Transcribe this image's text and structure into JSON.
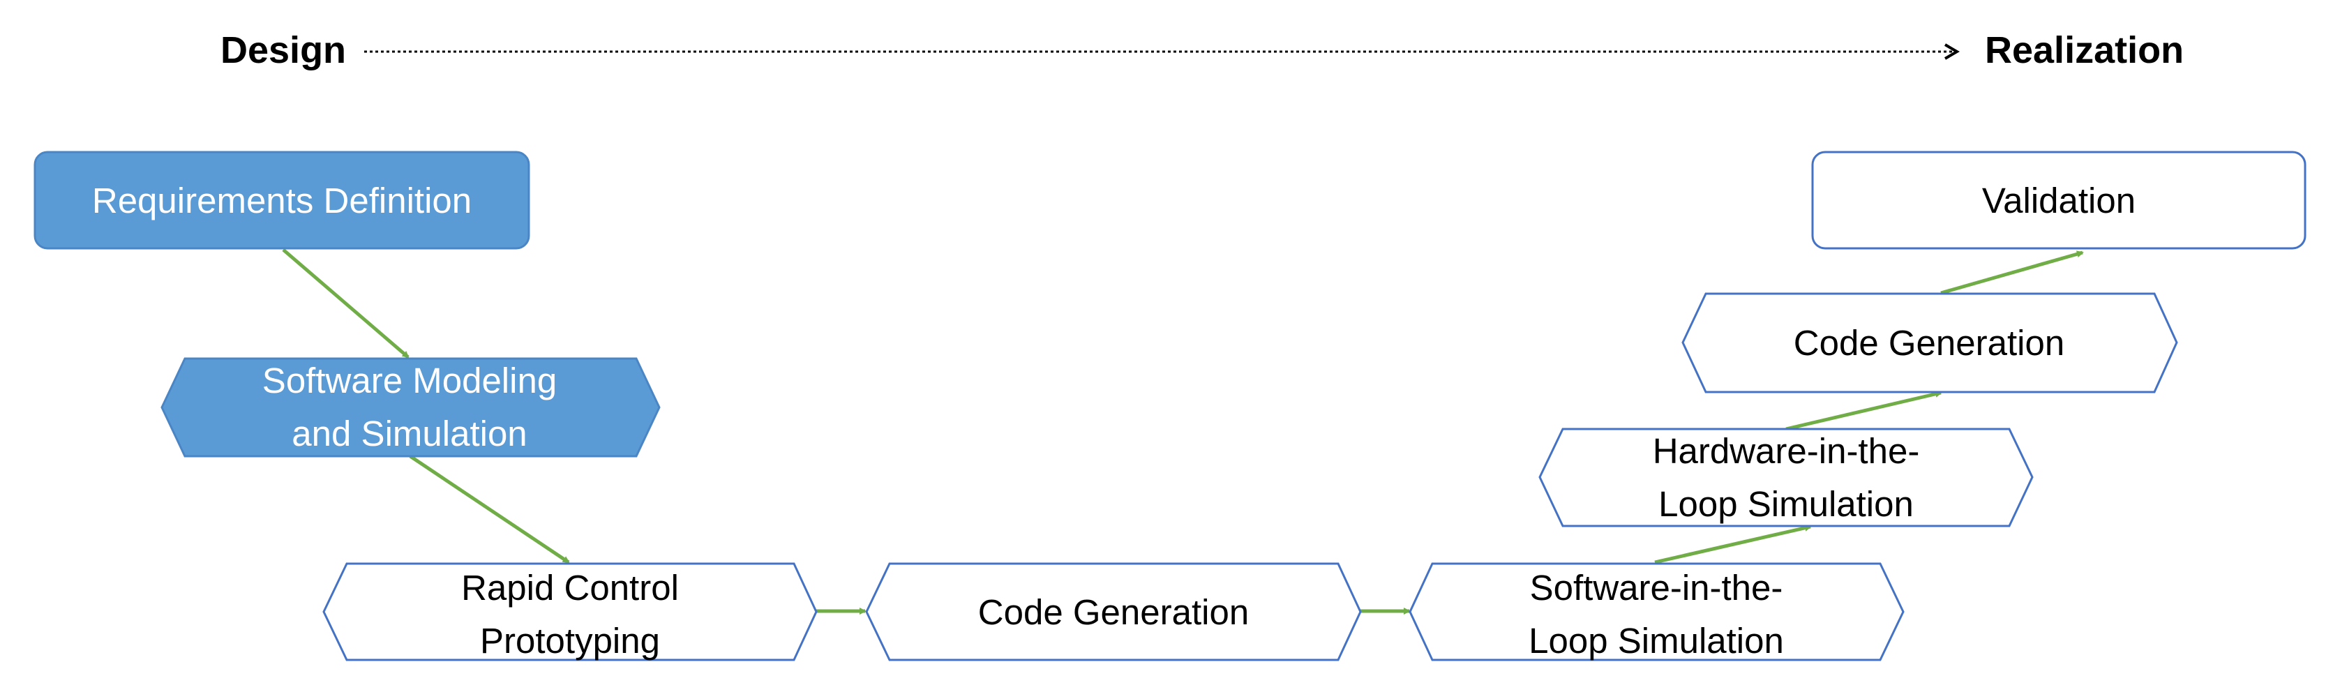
{
  "colors": {
    "filled": "#5b9bd5",
    "outline": "#4472c4",
    "arrow": "#70ad47",
    "text": "#000000",
    "text_inverse": "#ffffff"
  },
  "header": {
    "start_label": "Design",
    "end_label": "Realization"
  },
  "nodes": {
    "requirements": {
      "line1": "Requirements Definition",
      "style": "filled"
    },
    "modeling": {
      "line1": "Software Modeling",
      "line2": "and Simulation",
      "style": "filled"
    },
    "rcp": {
      "line1": "Rapid Control",
      "line2": "Prototyping",
      "style": "outline"
    },
    "codegen_low": {
      "line1": "Code Generation",
      "style": "outline"
    },
    "sil": {
      "line1": "Software-in-the-",
      "line2": "Loop Simulation",
      "style": "outline"
    },
    "hil": {
      "line1": "Hardware-in-the-",
      "line2": "Loop Simulation",
      "style": "outline"
    },
    "codegen_high": {
      "line1": "Code Generation",
      "style": "outline"
    },
    "validation": {
      "line1": "Validation",
      "style": "outline"
    }
  },
  "edges": [
    [
      "requirements",
      "modeling"
    ],
    [
      "modeling",
      "rcp"
    ],
    [
      "rcp",
      "codegen_low"
    ],
    [
      "codegen_low",
      "sil"
    ],
    [
      "sil",
      "hil"
    ],
    [
      "hil",
      "codegen_high"
    ],
    [
      "codegen_high",
      "validation"
    ]
  ]
}
